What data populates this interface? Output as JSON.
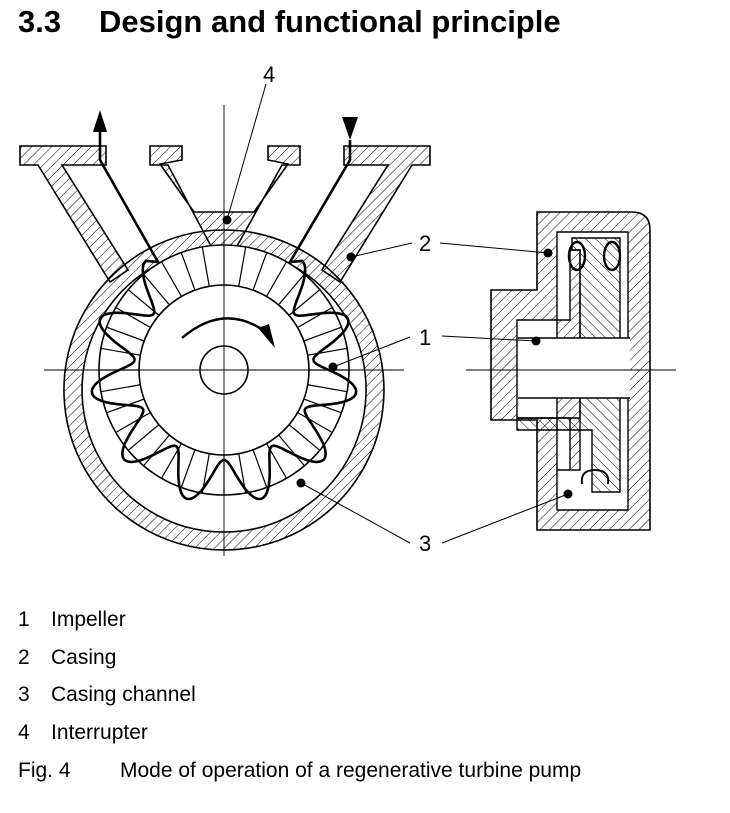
{
  "section": {
    "number": "3.3",
    "title": "Design and functional principle"
  },
  "figure": {
    "callouts": [
      "1",
      "2",
      "3",
      "4"
    ],
    "legend": [
      {
        "number": "1",
        "label": "Impeller"
      },
      {
        "number": "2",
        "label": "Casing"
      },
      {
        "number": "3",
        "label": "Casing channel"
      },
      {
        "number": "4",
        "label": "Interrupter"
      }
    ],
    "caption": {
      "label": "Fig. 4",
      "text": "Mode of operation of a regenerative turbine pump"
    }
  }
}
